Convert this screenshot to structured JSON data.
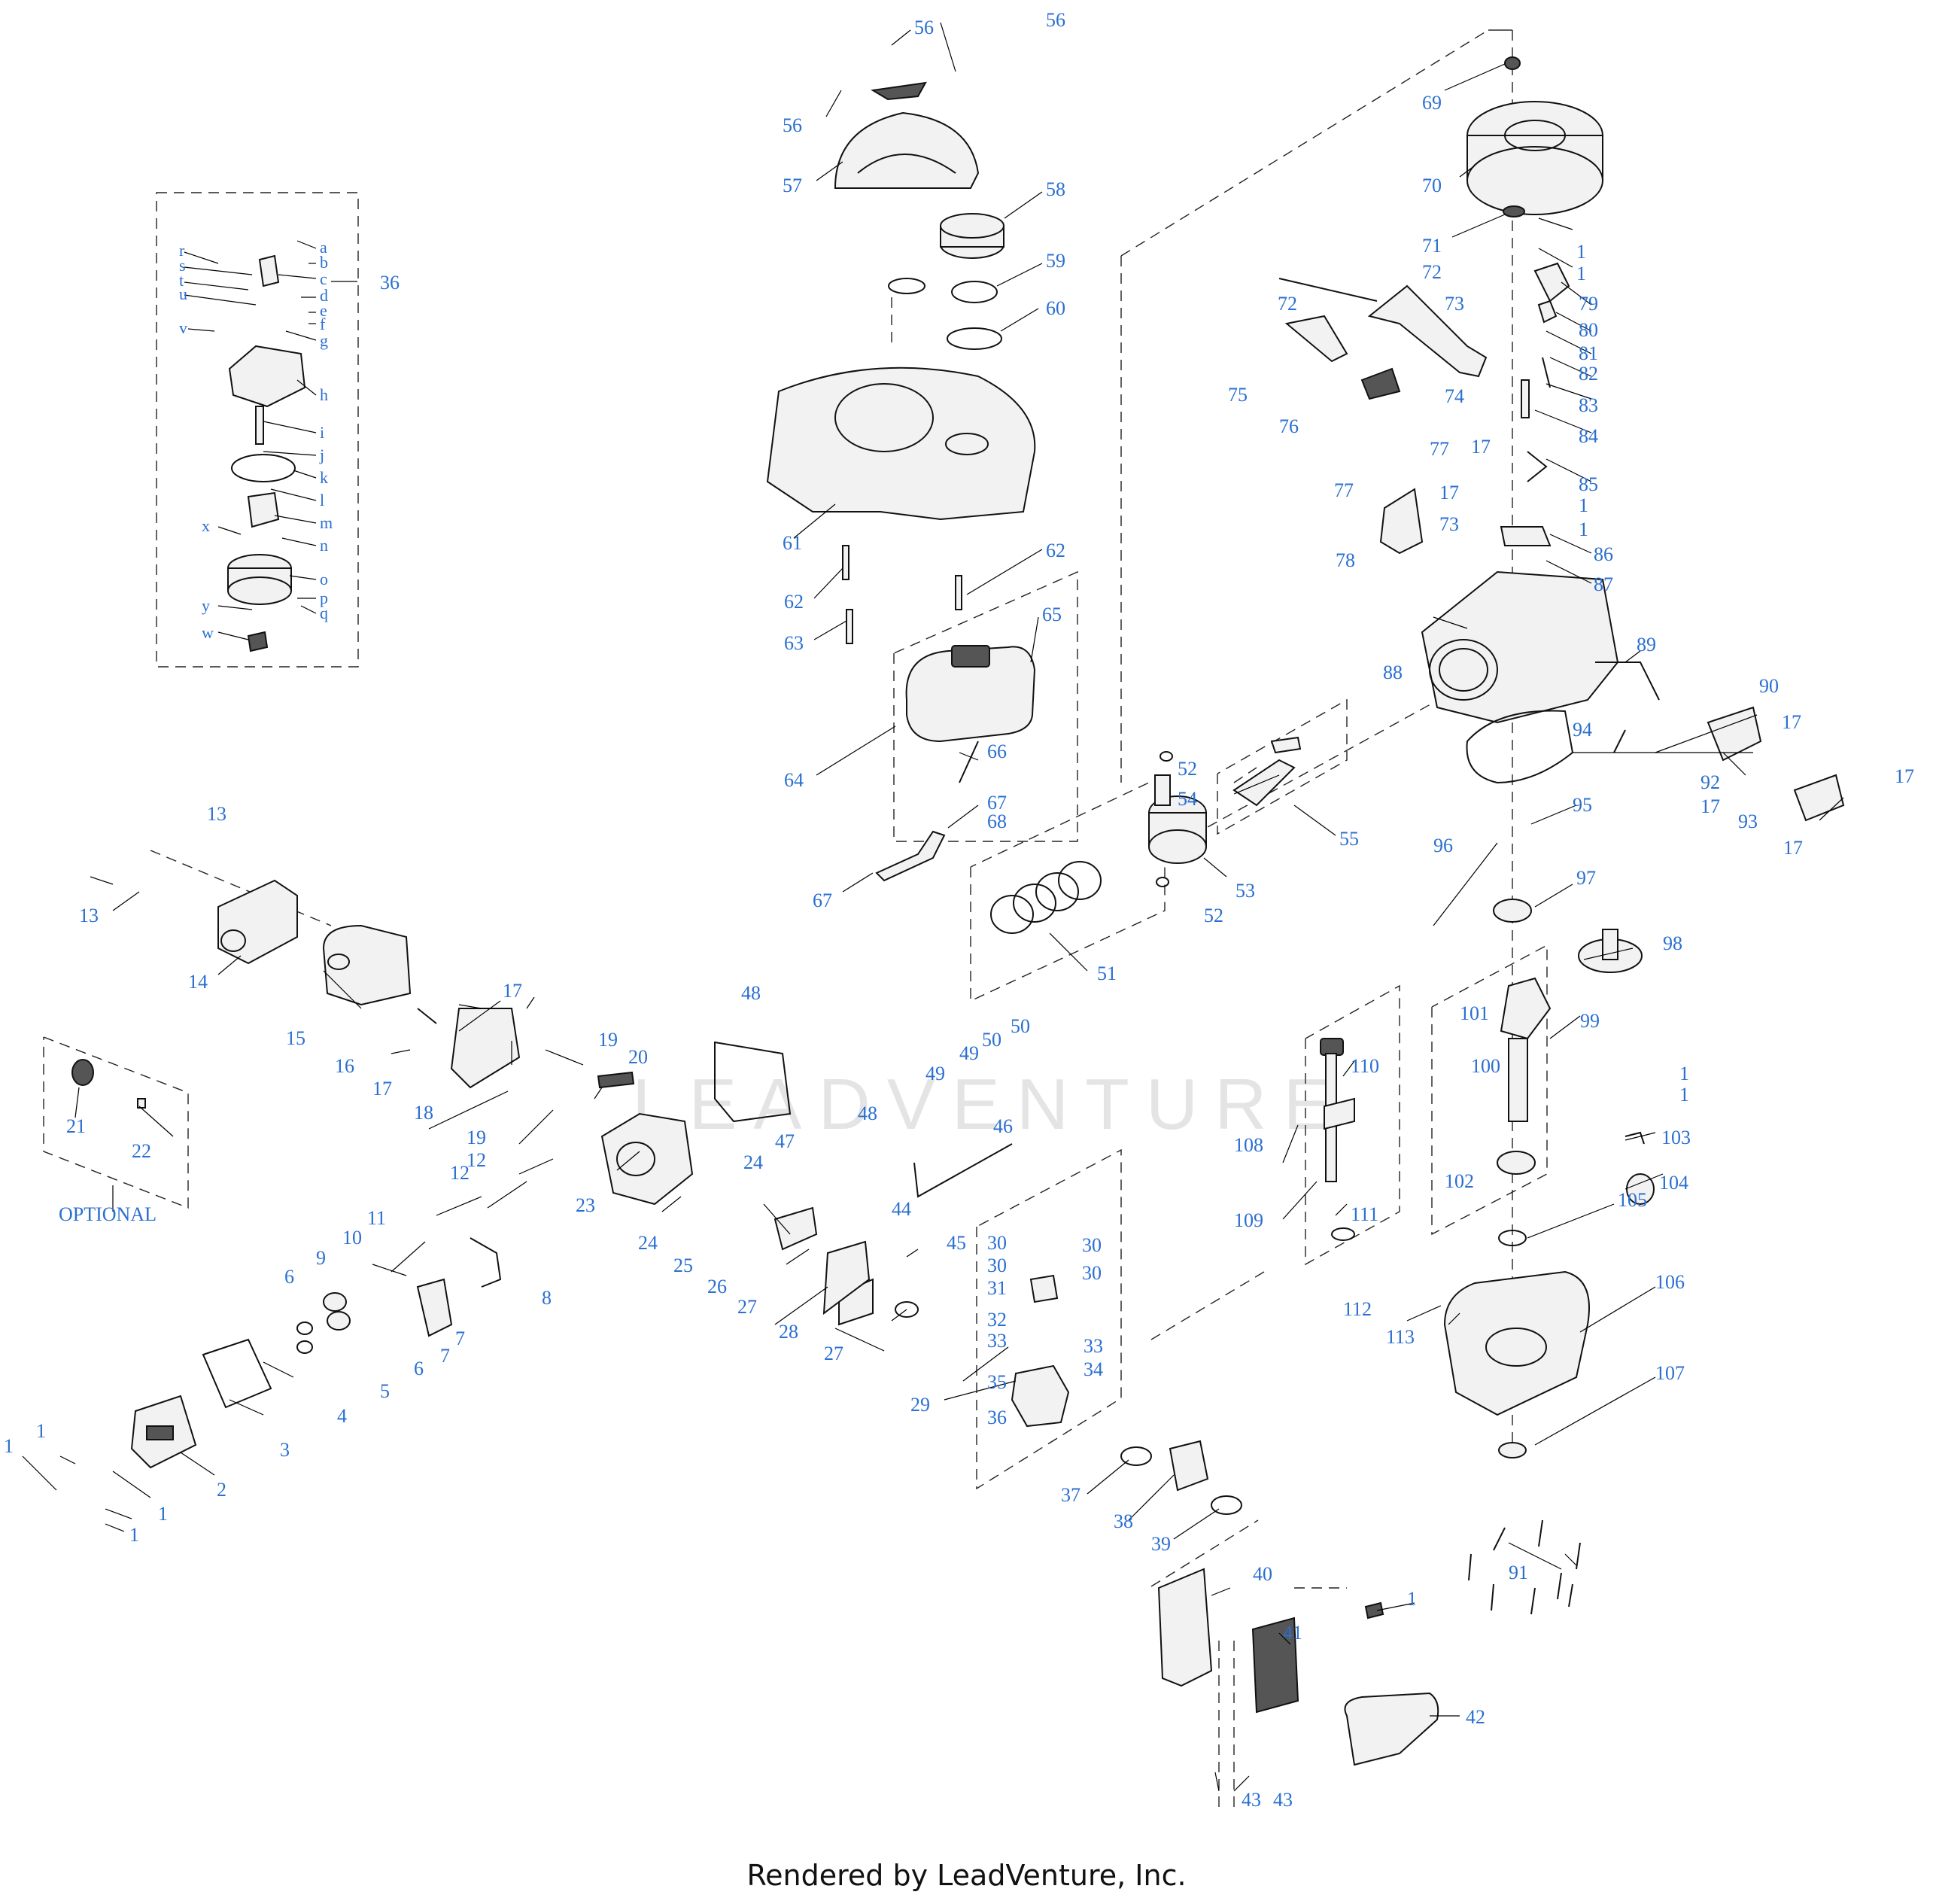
{
  "watermark": "LEADVENTURE",
  "footer": "Rendered by LeadVenture, Inc.",
  "optional_label": "OPTIONAL",
  "colors": {
    "callout": "#2a6fd1",
    "line": "#000000",
    "watermark": "#e4e4e4"
  },
  "callouts": {
    "c1": "1",
    "c2": "2",
    "c3": "3",
    "c4": "4",
    "c5": "5",
    "c6": "6",
    "c7": "7",
    "c8": "8",
    "c9": "9",
    "c10": "10",
    "c11": "11",
    "c12": "12",
    "c13": "13",
    "c14": "14",
    "c15": "15",
    "c16": "16",
    "c17": "17",
    "c18": "18",
    "c19": "19",
    "c20": "20",
    "c21": "21",
    "c22": "22",
    "c23": "23",
    "c24": "24",
    "c25": "25",
    "c26": "26",
    "c27": "27",
    "c28": "28",
    "c29": "29",
    "c30": "30",
    "c31": "31",
    "c32": "32",
    "c33": "33",
    "c34": "34",
    "c35": "35",
    "c36": "36",
    "c37": "37",
    "c38": "38",
    "c39": "39",
    "c40": "40",
    "c41": "41",
    "c42": "42",
    "c43": "43",
    "c44": "44",
    "c45": "45",
    "c46": "46",
    "c47": "47",
    "c48": "48",
    "c49": "49",
    "c50": "50",
    "c51": "51",
    "c52": "52",
    "c53": "53",
    "c54": "54",
    "c55": "55",
    "c56": "56",
    "c57": "57",
    "c58": "58",
    "c59": "59",
    "c60": "60",
    "c61": "61",
    "c62": "62",
    "c63": "63",
    "c64": "64",
    "c65": "65",
    "c66": "66",
    "c67": "67",
    "c68": "68",
    "c69": "69",
    "c70": "70",
    "c71": "71",
    "c72": "72",
    "c73": "73",
    "c74": "74",
    "c75": "75",
    "c76": "76",
    "c77": "77",
    "c78": "78",
    "c79": "79",
    "c80": "80",
    "c81": "81",
    "c82": "82",
    "c83": "83",
    "c84": "84",
    "c85": "85",
    "c86": "86",
    "c87": "87",
    "c88": "88",
    "c89": "89",
    "c90": "90",
    "c91": "91",
    "c92": "92",
    "c93": "93",
    "c94": "94",
    "c95": "95",
    "c96": "96",
    "c97": "97",
    "c98": "98",
    "c99": "99",
    "c100": "100",
    "c101": "101",
    "c102": "102",
    "c103": "103",
    "c104": "104",
    "c105": "105",
    "c106": "106",
    "c107": "107",
    "c108": "108",
    "c109": "109",
    "c110": "110",
    "c111": "111",
    "c112": "112",
    "c113": "113"
  },
  "letters": {
    "a": "a",
    "b": "b",
    "c": "c",
    "d": "d",
    "e": "e",
    "f": "f",
    "g": "g",
    "h": "h",
    "i": "i",
    "j": "j",
    "k": "k",
    "l": "l",
    "m": "m",
    "n": "n",
    "o": "o",
    "p": "p",
    "q": "q",
    "r": "r",
    "s": "s",
    "t": "t",
    "u": "u",
    "v": "v",
    "w": "w",
    "x": "x",
    "y": "y"
  }
}
